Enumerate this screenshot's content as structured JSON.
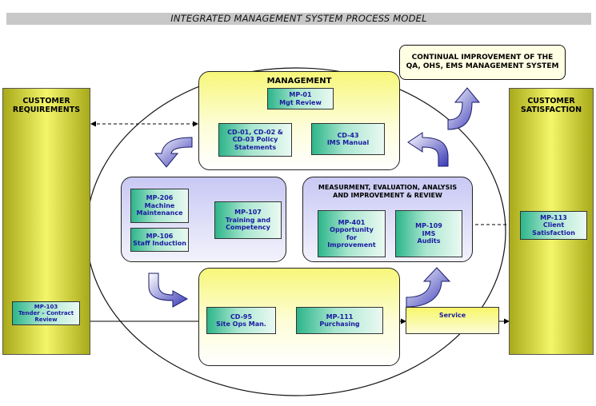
{
  "title": "INTEGRATED MANAGEMENT SYSTEM PROCESS MODEL",
  "customer_requirements": {
    "title": "CUSTOMER\nREQUIREMENTS",
    "box": "MP-103\nTender – Contract\nReview"
  },
  "customer_satisfaction": {
    "title": "CUSTOMER\nSATISFACTION",
    "box": "MP-113\nClient\nSatisfaction"
  },
  "continual_improvement": "CONTINUAL IMPROVEMENT OF THE\nQA, OHS, EMS MANAGEMENT SYSTEM",
  "management": {
    "title": "MANAGEMENT",
    "mgt_review": "MP-01\nMgt Review",
    "policy": "CD-01, CD-02 &\nCD-03 Policy\nStatements",
    "ims_manual": "CD-43\nIMS Manual"
  },
  "resources": {
    "machine": "MP-206\nMachine\nMaintenance",
    "induction": "MP-106\nStaff Induction",
    "training": "MP-107\nTraining and\nCompetency"
  },
  "measurement": {
    "title": "MEASURMENT, EVALUATION, ANALYSIS\nAND IMPROVEMENT  & REVIEW",
    "opportunity": "MP-401\nOpportunity\nfor\nImprovement",
    "audits": "MP-109\nIMS\nAudits"
  },
  "realisation": {
    "site_ops": "CD-95\nSite Ops Man.",
    "purchasing": "MP-111\nPurchasing",
    "service": "Service"
  },
  "colors": {
    "yellow": "#f4f66a",
    "olive": "#a8aa1a",
    "green": "#2db58a",
    "text_blue": "#1a1aa0",
    "lavender": "#c8c8f4",
    "arrow_blue": "#3a3ab8"
  }
}
